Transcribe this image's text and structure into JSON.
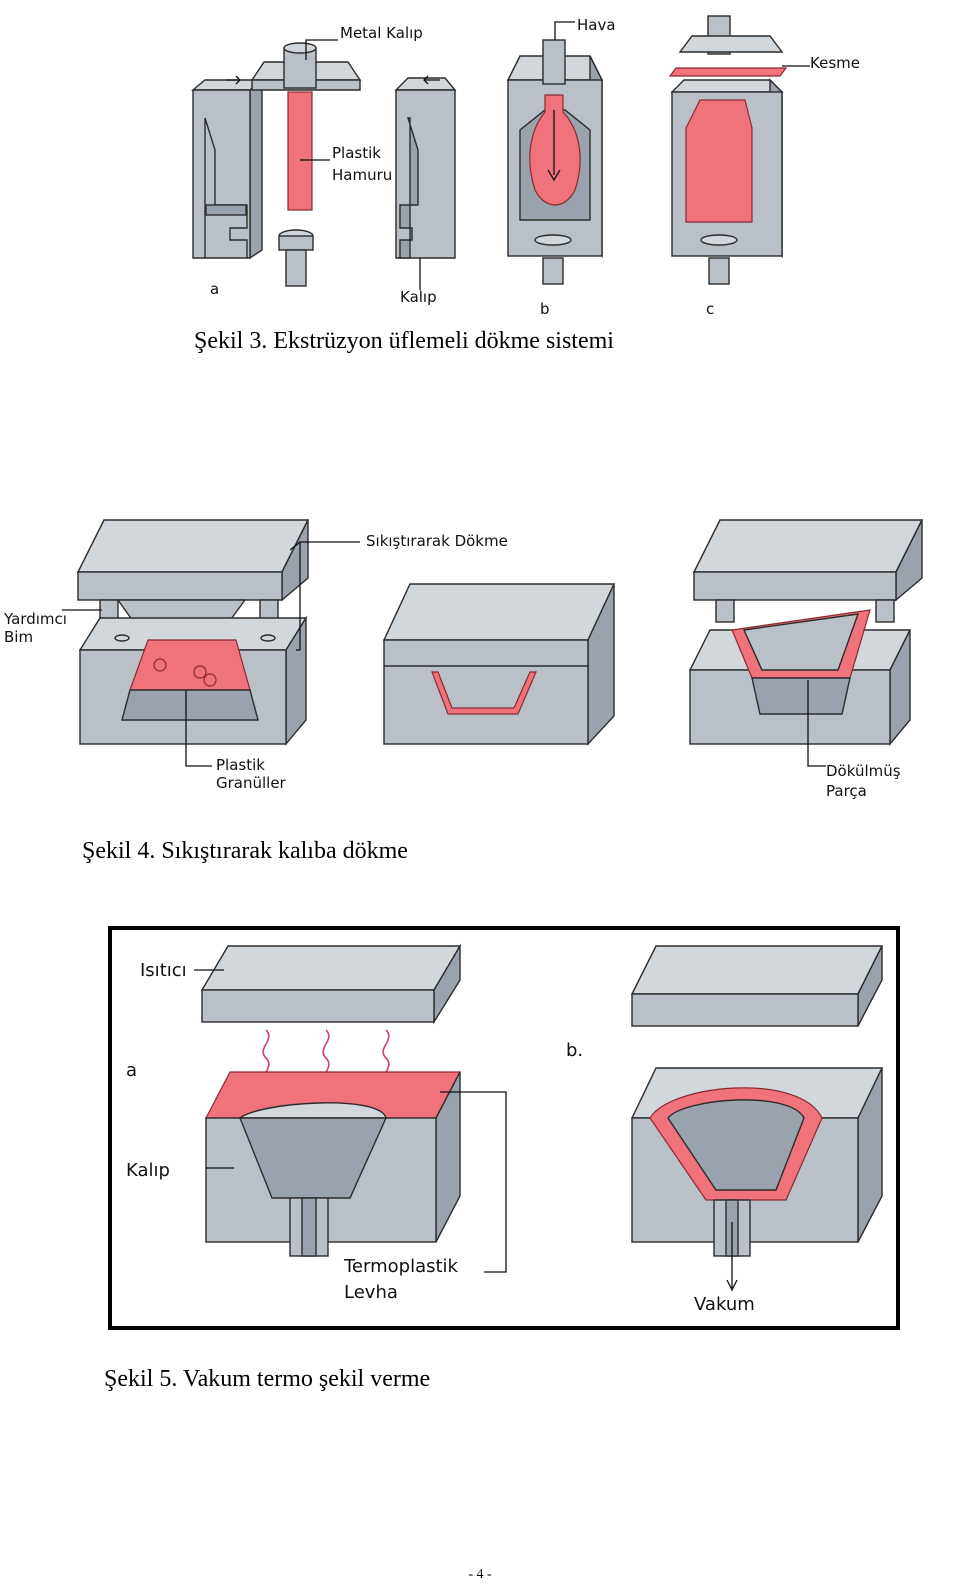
{
  "figure3": {
    "labels": {
      "metal_mold": "Metal Kalıp",
      "plastic_dough_1": "Plastik",
      "plastic_dough_2": "Hamuru",
      "mold": "Kalıp",
      "air": "Hava",
      "cut": "Kesme",
      "step_a": "a",
      "step_b": "b",
      "step_c": "c"
    },
    "caption": "Şekil 3. Ekstrüzyon üflemeli dökme sistemi"
  },
  "figure4": {
    "labels": {
      "compression": "Sıkıştırarak Dökme",
      "aux_1": "Yardımcı",
      "aux_2": "Bim",
      "granules_1": "Plastik",
      "granules_2": "Granüller",
      "part_1": "Dökülmüş",
      "part_2": "Parça"
    },
    "caption": "Şekil 4. Sıkıştırarak kalıba dökme"
  },
  "figure5": {
    "labels": {
      "heater": "Isıtıcı",
      "step_a": "a",
      "step_b": "b.",
      "mold": "Kalıp",
      "sheet_1": "Termoplastik",
      "sheet_2": "Levha",
      "vacuum": "Vakum"
    },
    "caption": "Şekil 5. Vakum termo şekil verme"
  },
  "page_number": "- 4 -",
  "colors": {
    "mold_gray": "#b9c0c8",
    "plastic_red": "#f0727a",
    "outline": "#2c2c2c"
  }
}
